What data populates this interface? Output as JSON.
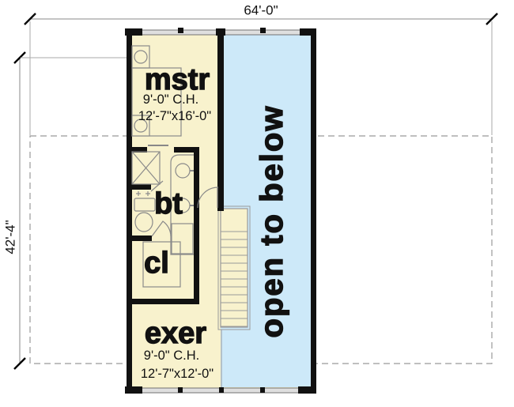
{
  "dimensions": {
    "overall_width": "64'-0\"",
    "overall_depth": "42'-4\""
  },
  "rooms": [
    {
      "id": "mstr",
      "label": "mstr",
      "ceiling_height": "9'-0\" C.H.",
      "size": "12'-7\"x16'-0\""
    },
    {
      "id": "bt",
      "label": "bt"
    },
    {
      "id": "cl",
      "label": "cl"
    },
    {
      "id": "exer",
      "label": "exer",
      "ceiling_height": "9'-0\" C.H.",
      "size": "12'-7\"x12'-0\""
    },
    {
      "id": "open_to_below",
      "label": "open to below"
    }
  ],
  "fixtures": [
    "bed",
    "nightstand-lamp",
    "nightstand-lamp",
    "shower",
    "toilet",
    "double-sink-vanity",
    "closet-shelves",
    "stairs",
    "door-swing",
    "windows"
  ],
  "colors": {
    "background": "#ffffff",
    "room_fill": "#F8F2CD",
    "open_fill": "#CDE9F9",
    "wall": "#111111",
    "window_fill": "#DFDFDF",
    "thin_line": "#999999",
    "text": "#111111"
  }
}
